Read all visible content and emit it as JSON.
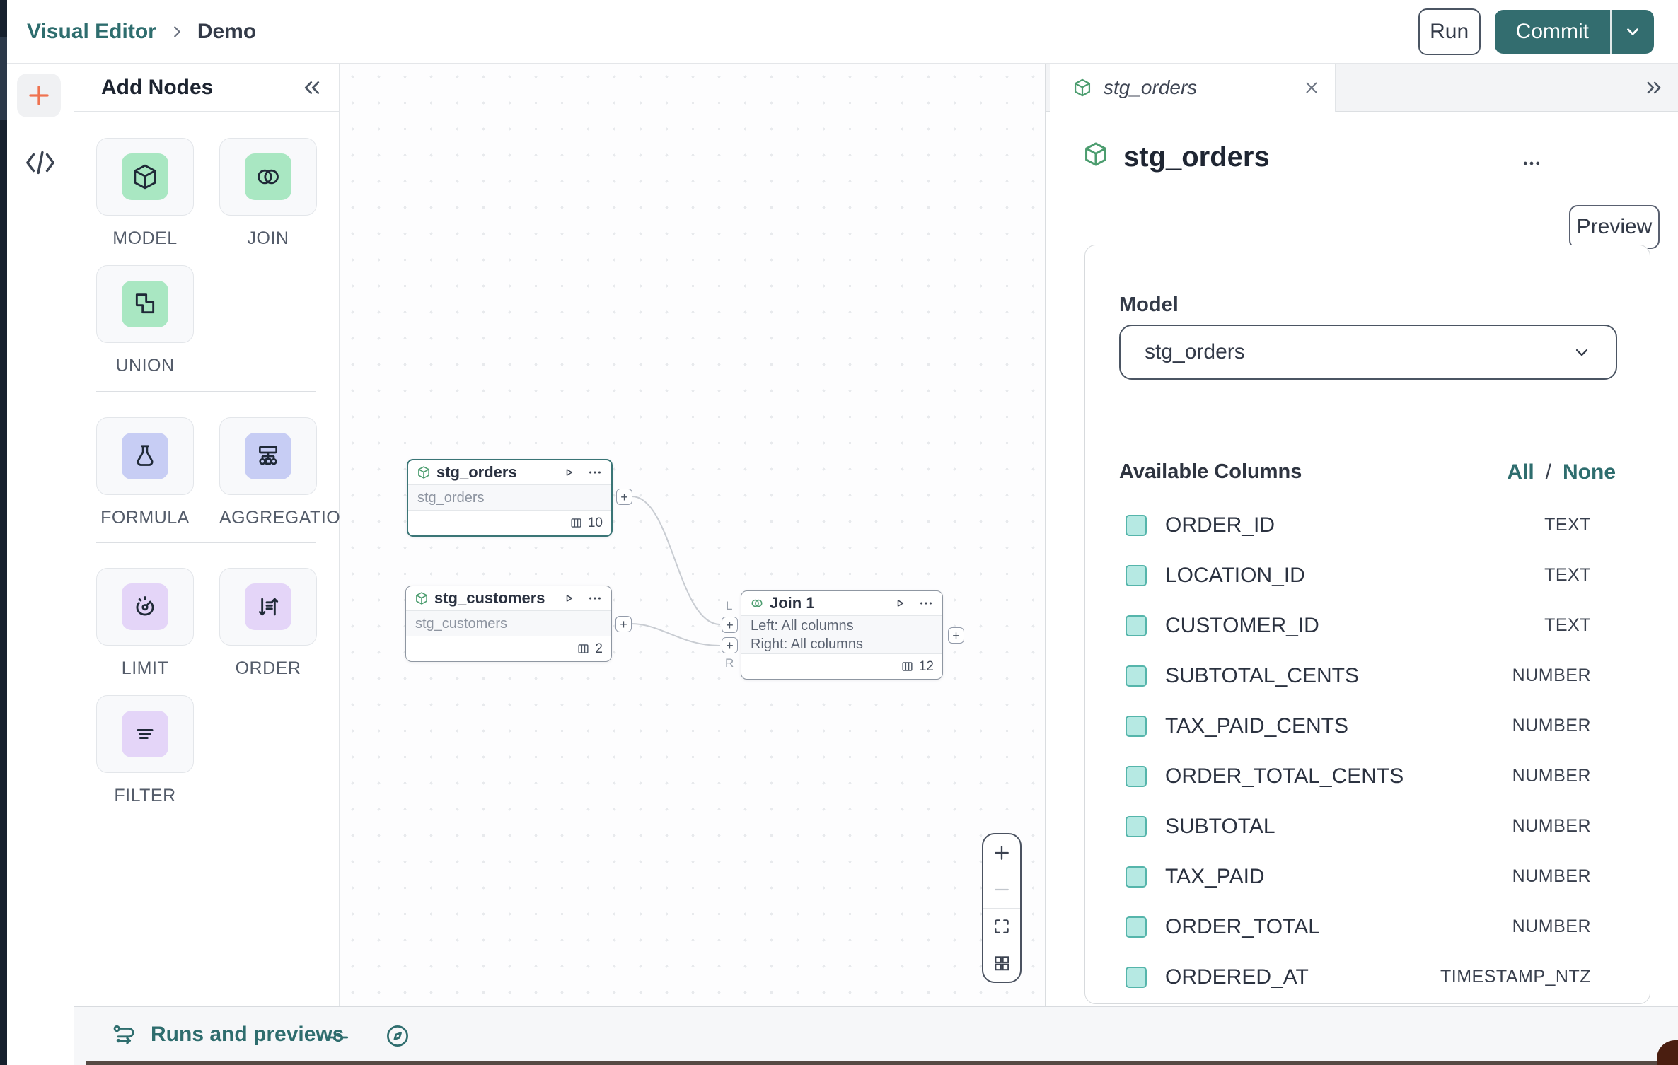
{
  "theme": {
    "teal": "#2e6d6e",
    "commit_bg": "#336d6f",
    "node_green": "#4c9d6f",
    "tile_green": "#a9e7c2",
    "tile_indigo": "#c7cdf4",
    "tile_violet": "#e4d5f8",
    "checkbox_fill": "#b6e9e3",
    "checkbox_border": "#55b5ab",
    "accent_orange": "#ef7350",
    "selected_border": "#3a7576"
  },
  "topbar": {
    "breadcrumb_root": "Visual Editor",
    "breadcrumb_current": "Demo",
    "run": "Run",
    "commit": "Commit"
  },
  "add_nodes": {
    "title": "Add Nodes",
    "tiles": [
      {
        "label": "MODEL"
      },
      {
        "label": "JOIN"
      },
      {
        "label": "UNION"
      },
      {
        "label": "FORMULA"
      },
      {
        "label": "AGGREGATION"
      },
      {
        "label": "LIMIT"
      },
      {
        "label": "ORDER"
      },
      {
        "label": "FILTER"
      }
    ]
  },
  "canvas": {
    "nodes": {
      "orders": {
        "name": "stg_orders",
        "ref": "stg_orders",
        "count": "10"
      },
      "customers": {
        "name": "stg_customers",
        "ref": "stg_customers",
        "count": "2"
      },
      "join": {
        "name": "Join 1",
        "left": "Left: All columns",
        "right": "Right: All columns",
        "count": "12"
      }
    },
    "port_labels": {
      "left": "L",
      "right": "R"
    },
    "plus": "+"
  },
  "inspector": {
    "tab_title": "stg_orders",
    "title": "stg_orders",
    "preview": "Preview",
    "model_label": "Model",
    "model_value": "stg_orders",
    "columns_title": "Available Columns",
    "select_all": "All",
    "divider": "/",
    "select_none": "None",
    "columns": [
      {
        "name": "ORDER_ID",
        "type": "TEXT"
      },
      {
        "name": "LOCATION_ID",
        "type": "TEXT"
      },
      {
        "name": "CUSTOMER_ID",
        "type": "TEXT"
      },
      {
        "name": "SUBTOTAL_CENTS",
        "type": "NUMBER"
      },
      {
        "name": "TAX_PAID_CENTS",
        "type": "NUMBER"
      },
      {
        "name": "ORDER_TOTAL_CENTS",
        "type": "NUMBER"
      },
      {
        "name": "SUBTOTAL",
        "type": "NUMBER"
      },
      {
        "name": "TAX_PAID",
        "type": "NUMBER"
      },
      {
        "name": "ORDER_TOTAL",
        "type": "NUMBER"
      },
      {
        "name": "ORDERED_AT",
        "type": "TIMESTAMP_NTZ"
      }
    ]
  },
  "status_bar": {
    "runs_label": "Runs and previews"
  }
}
